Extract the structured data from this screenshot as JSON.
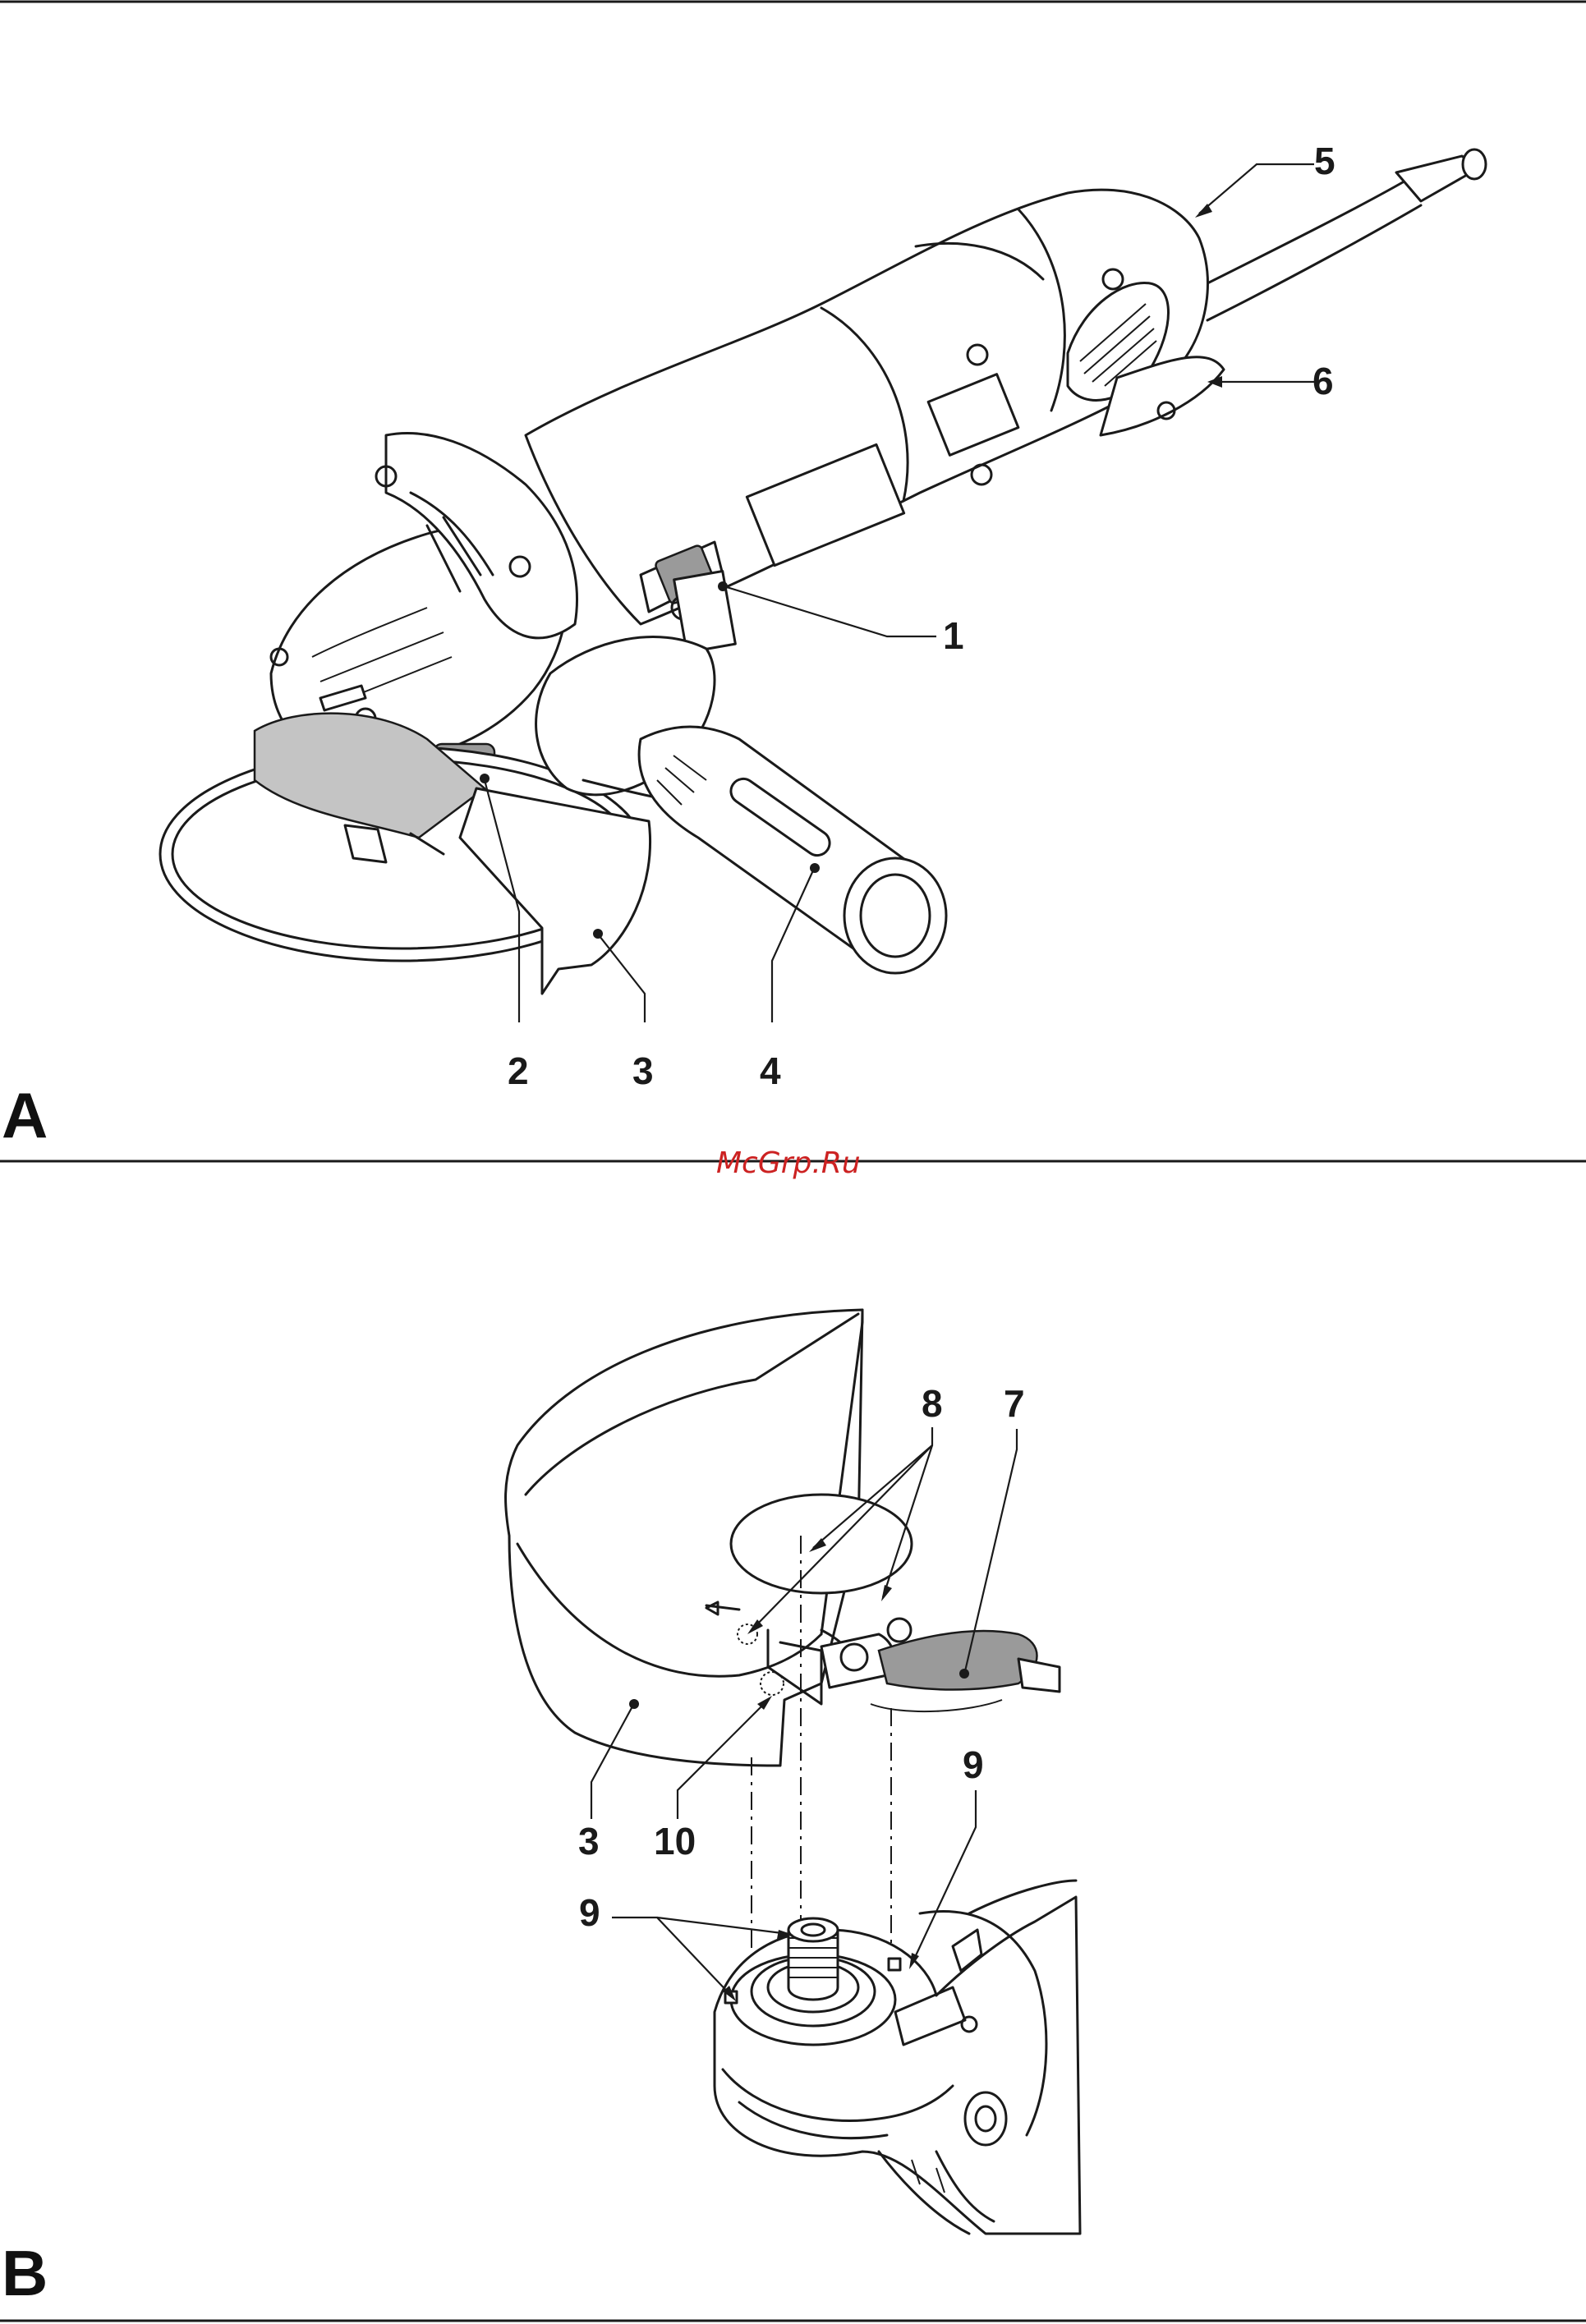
{
  "panels": {
    "a": {
      "letter": "A"
    },
    "b": {
      "letter": "B"
    }
  },
  "watermark": "McGrp.Ru",
  "callouts_a": [
    "1",
    "2",
    "3",
    "4",
    "5",
    "6"
  ],
  "callouts_b": [
    "3",
    "7",
    "8",
    "9",
    "9",
    "10"
  ],
  "colors": {
    "line": "#1a1a1a",
    "part_grey": "#9a9a9a",
    "watermark": "#cc2222"
  }
}
